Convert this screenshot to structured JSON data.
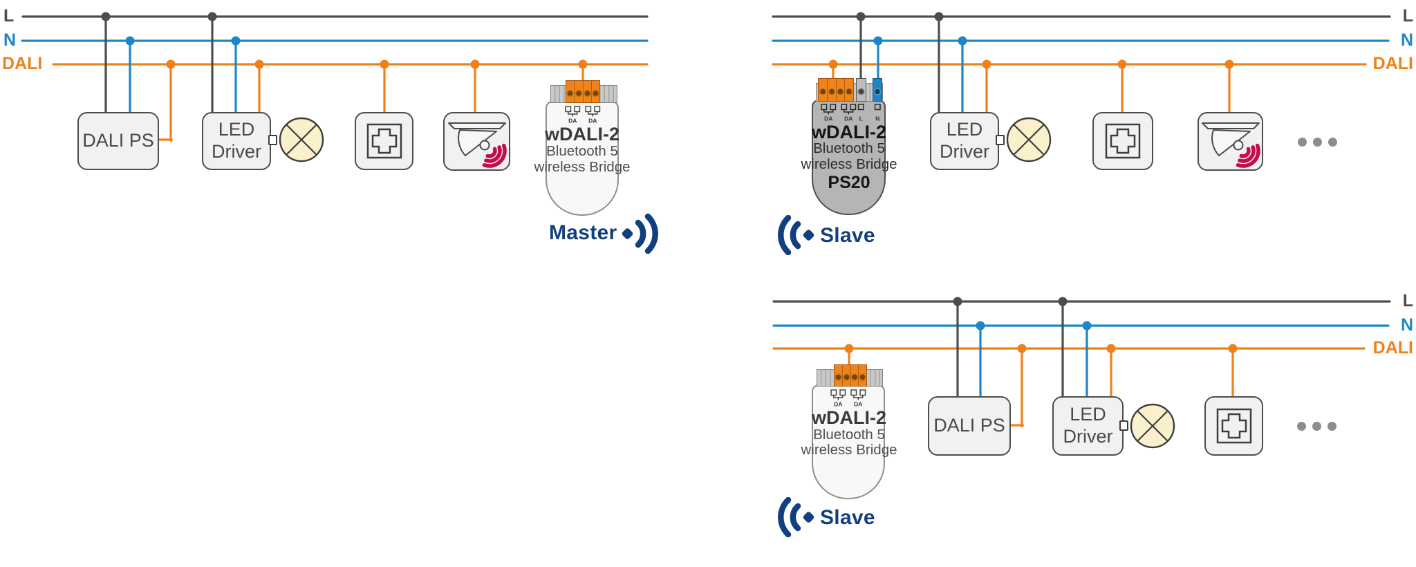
{
  "page": {
    "background": "#ffffff"
  },
  "colors": {
    "line_l": "#4d4d4d",
    "line_n": "#1e86c8",
    "line_dali": "#f0811a",
    "badge_navy": "#12407e",
    "sensor_wave_red": "#c60b4b",
    "lamp_fill": "#faf0cb",
    "box_fill": "#f1f1ef",
    "box_border": "#4d4d4d",
    "bridge_gray": "#b5b5b5",
    "terminal_orange": "#f0831c",
    "ellipsis_gray": "#8a8f8c"
  },
  "icons": {
    "wireless_right": "radio-waves-opening-right",
    "wireless_left": "radio-waves-opening-left",
    "lamp": "crossed-circle-lamp",
    "coupler": "pushbutton-coupler-cross",
    "sensor": "presence-sensor-with-waves",
    "ellipsis": "three-dots-more-devices"
  },
  "bus": {
    "l": "L",
    "n": "N",
    "dali": "DALI"
  },
  "sections": {
    "left": {
      "dali_ps_label": "DALI PS",
      "led_driver_label": "LED Driver",
      "bridge": {
        "name": "wDALI-2",
        "line2": "Bluetooth 5",
        "line3": "wireless Bridge",
        "ports": [
          "DA",
          "DA"
        ]
      },
      "badge": "Master"
    },
    "top_right": {
      "bridge": {
        "name": "wDALI-2",
        "line2": "Bluetooth 5",
        "line3": "wireless Bridge",
        "model": "PS20",
        "ports": [
          "DA",
          "DA",
          "L",
          "N"
        ]
      },
      "led_driver_label": "LED Driver",
      "badge": "Slave"
    },
    "bottom_right": {
      "bridge": {
        "name": "wDALI-2",
        "line2": "Bluetooth 5",
        "line3": "wireless Bridge",
        "ports": [
          "DA",
          "DA"
        ]
      },
      "dali_ps_label": "DALI PS",
      "led_driver_label": "LED Driver",
      "badge": "Slave"
    }
  }
}
